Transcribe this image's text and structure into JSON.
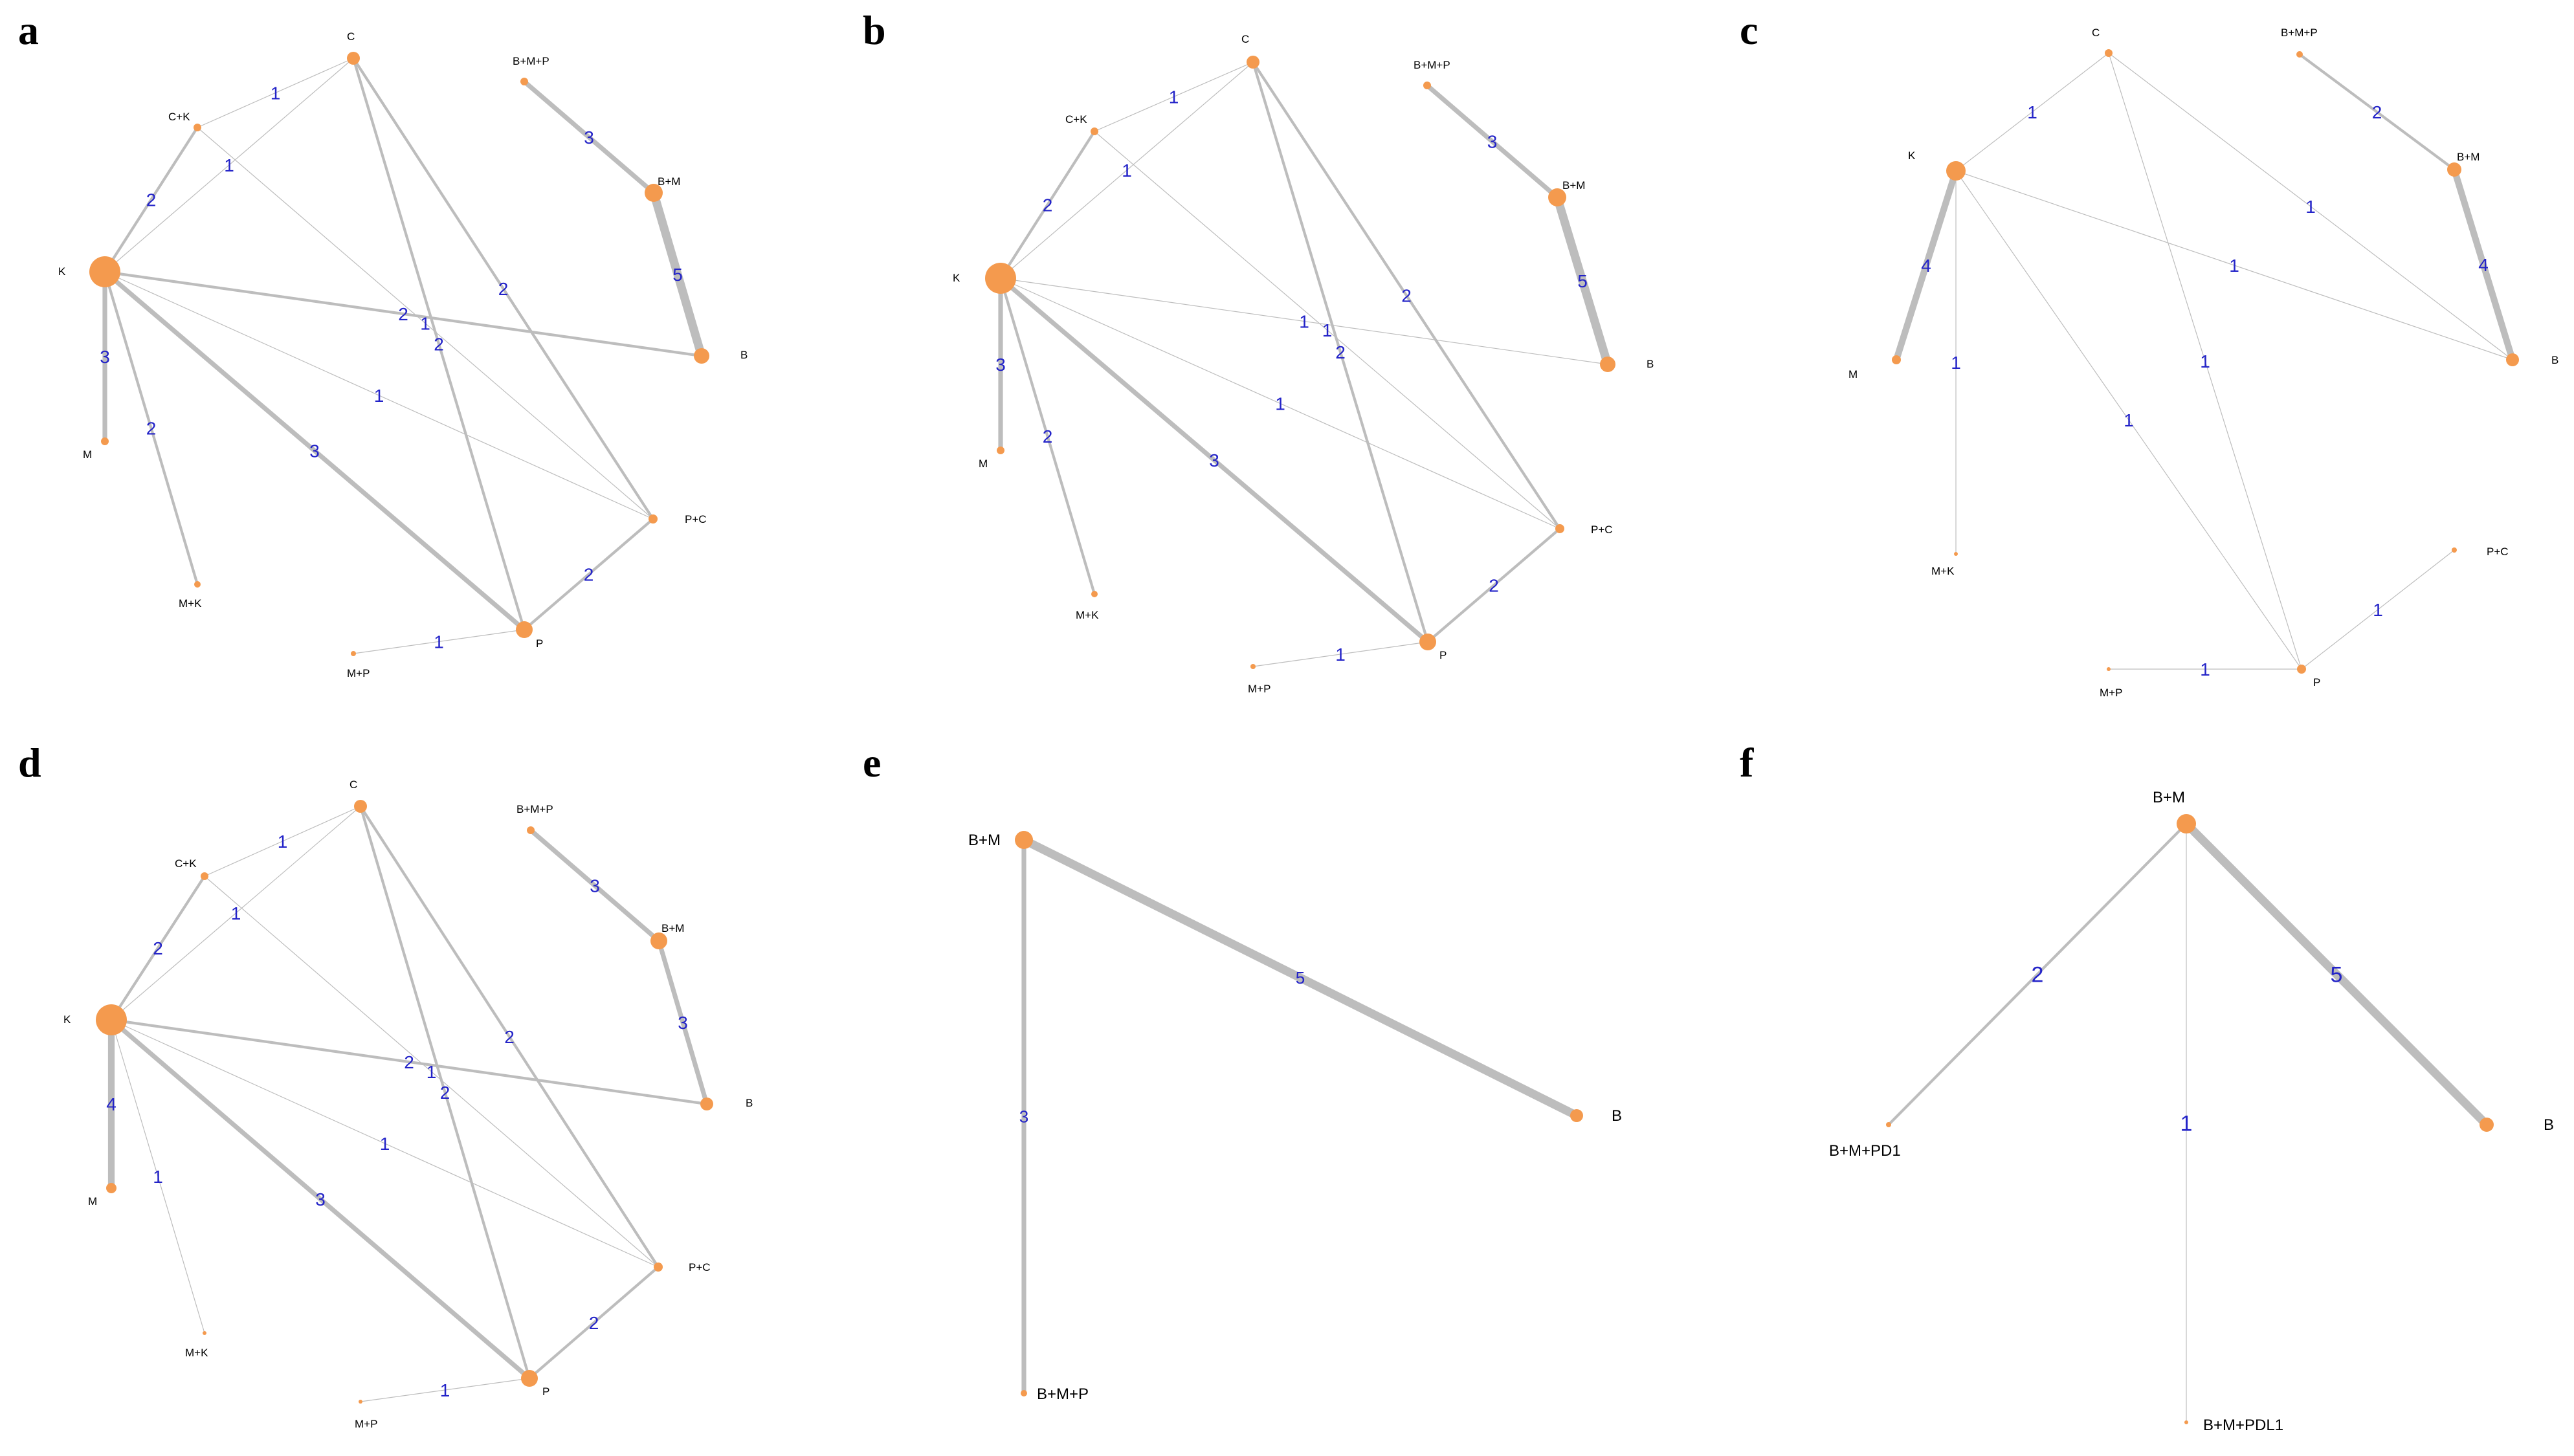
{
  "colors": {
    "node": "#f49a4e",
    "edge": "#bdbdbd",
    "edge_label": "#2323c8",
    "background": "#ffffff"
  },
  "panels": [
    {
      "letter": "a",
      "nodes": [
        "C",
        "B+M+P",
        "C+K",
        "B+M",
        "K",
        "B",
        "M",
        "P+C",
        "M+K",
        "P",
        "M+P"
      ],
      "edges": [
        {
          "from": "C+K",
          "to": "C",
          "count": 1
        },
        {
          "from": "K",
          "to": "C",
          "count": 1
        },
        {
          "from": "K",
          "to": "C+K",
          "count": 2
        },
        {
          "from": "C",
          "to": "P",
          "count": 2
        },
        {
          "from": "C",
          "to": "P+C",
          "count": 2
        },
        {
          "from": "C+K",
          "to": "P+C",
          "count": 1
        },
        {
          "from": "B+M+P",
          "to": "B+M",
          "count": 3
        },
        {
          "from": "B+M",
          "to": "B",
          "count": 5
        },
        {
          "from": "K",
          "to": "B",
          "count": 2
        },
        {
          "from": "K",
          "to": "P+C",
          "count": 1
        },
        {
          "from": "K",
          "to": "M",
          "count": 3
        },
        {
          "from": "K",
          "to": "M+K",
          "count": 2
        },
        {
          "from": "K",
          "to": "P",
          "count": 3
        },
        {
          "from": "P+C",
          "to": "P",
          "count": 2
        },
        {
          "from": "M+P",
          "to": "P",
          "count": 1
        }
      ]
    },
    {
      "letter": "b",
      "nodes": [
        "C",
        "B+M+P",
        "C+K",
        "B+M",
        "K",
        "B",
        "M",
        "P+C",
        "M+K",
        "P",
        "M+P"
      ],
      "edges": [
        {
          "from": "C+K",
          "to": "C",
          "count": 1
        },
        {
          "from": "K",
          "to": "C",
          "count": 1
        },
        {
          "from": "K",
          "to": "C+K",
          "count": 2
        },
        {
          "from": "C",
          "to": "P",
          "count": 2
        },
        {
          "from": "C",
          "to": "P+C",
          "count": 2
        },
        {
          "from": "C+K",
          "to": "P+C",
          "count": 1
        },
        {
          "from": "B+M+P",
          "to": "B+M",
          "count": 3
        },
        {
          "from": "B+M",
          "to": "B",
          "count": 5
        },
        {
          "from": "K",
          "to": "B",
          "count": 1
        },
        {
          "from": "K",
          "to": "P+C",
          "count": 1
        },
        {
          "from": "K",
          "to": "M",
          "count": 3
        },
        {
          "from": "K",
          "to": "M+K",
          "count": 2
        },
        {
          "from": "K",
          "to": "P",
          "count": 3
        },
        {
          "from": "P+C",
          "to": "P",
          "count": 2
        },
        {
          "from": "M+P",
          "to": "P",
          "count": 1
        }
      ]
    },
    {
      "letter": "c",
      "nodes": [
        "C",
        "B+M+P",
        "K",
        "B+M",
        "B",
        "M",
        "M+K",
        "P+C",
        "P",
        "M+P"
      ],
      "edges": [
        {
          "from": "K",
          "to": "C",
          "count": 1
        },
        {
          "from": "B+M+P",
          "to": "B+M",
          "count": 2
        },
        {
          "from": "B+M",
          "to": "B",
          "count": 4
        },
        {
          "from": "K",
          "to": "M",
          "count": 4
        },
        {
          "from": "K",
          "to": "M+K",
          "count": 1
        },
        {
          "from": "K",
          "to": "B",
          "count": 1
        },
        {
          "from": "K",
          "to": "P",
          "count": 1
        },
        {
          "from": "C",
          "to": "P",
          "count": 1
        },
        {
          "from": "C",
          "to": "B",
          "count": 1
        },
        {
          "from": "P+C",
          "to": "P",
          "count": 1
        },
        {
          "from": "M+P",
          "to": "P",
          "count": 1
        }
      ]
    },
    {
      "letter": "d",
      "nodes": [
        "C",
        "B+M+P",
        "C+K",
        "B+M",
        "K",
        "B",
        "M",
        "P+C",
        "M+K",
        "P",
        "M+P"
      ],
      "edges": [
        {
          "from": "C+K",
          "to": "C",
          "count": 1
        },
        {
          "from": "K",
          "to": "C",
          "count": 1
        },
        {
          "from": "K",
          "to": "C+K",
          "count": 2
        },
        {
          "from": "C",
          "to": "P",
          "count": 2
        },
        {
          "from": "C",
          "to": "P+C",
          "count": 2
        },
        {
          "from": "C+K",
          "to": "P+C",
          "count": 1
        },
        {
          "from": "B+M+P",
          "to": "B+M",
          "count": 3
        },
        {
          "from": "B+M",
          "to": "B",
          "count": 3
        },
        {
          "from": "K",
          "to": "B",
          "count": 2
        },
        {
          "from": "K",
          "to": "P+C",
          "count": 1
        },
        {
          "from": "K",
          "to": "M",
          "count": 4
        },
        {
          "from": "K",
          "to": "M+K",
          "count": 1
        },
        {
          "from": "K",
          "to": "P",
          "count": 3
        },
        {
          "from": "P+C",
          "to": "P",
          "count": 2
        },
        {
          "from": "M+P",
          "to": "P",
          "count": 1
        }
      ]
    },
    {
      "letter": "e",
      "nodes": [
        "B+M",
        "B",
        "B+M+P"
      ],
      "edges": [
        {
          "from": "B+M",
          "to": "B+M+P",
          "count": 3
        },
        {
          "from": "B+M",
          "to": "B",
          "count": 5
        }
      ]
    },
    {
      "letter": "f",
      "nodes": [
        "B+M",
        "B+M+PD1",
        "B",
        "B+M+PDL1"
      ],
      "edges": [
        {
          "from": "B+M",
          "to": "B+M+PD1",
          "count": 2
        },
        {
          "from": "B+M",
          "to": "B+M+PDL1",
          "count": 1
        },
        {
          "from": "B+M",
          "to": "B",
          "count": 5
        }
      ]
    }
  ]
}
